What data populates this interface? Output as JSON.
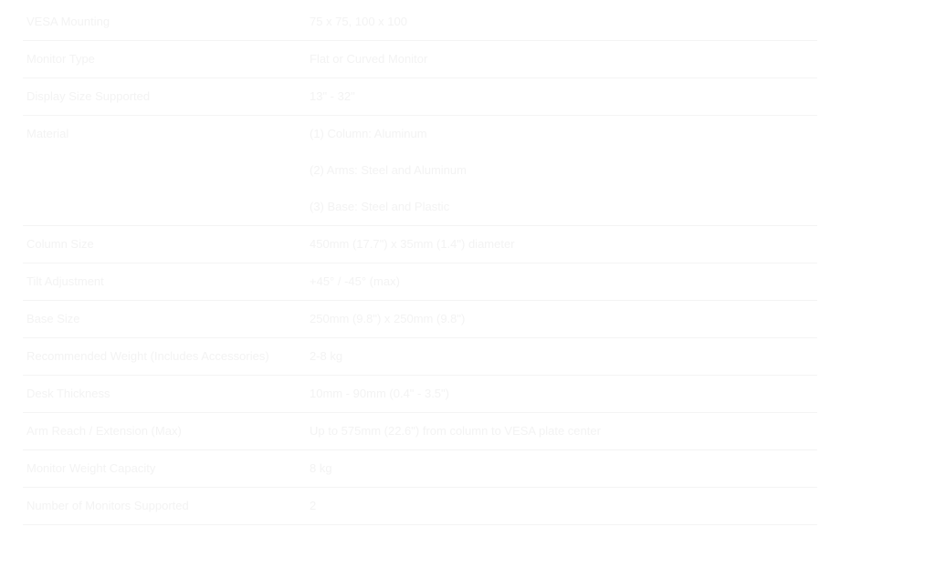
{
  "table": {
    "rows": [
      {
        "label": "VESA Mounting",
        "values": [
          "75 x 75, 100 x 100"
        ]
      },
      {
        "label": "Monitor Type",
        "values": [
          "Flat or Curved Monitor"
        ]
      },
      {
        "label": "Display Size Supported",
        "values": [
          "13\" - 32\""
        ]
      },
      {
        "label": "Material",
        "values": [
          "(1) Column: Aluminum",
          "(2) Arms: Steel and Aluminum",
          "(3) Base: Steel and Plastic"
        ]
      },
      {
        "label": "Column Size",
        "values": [
          "450mm (17.7\") x 35mm (1.4\") diameter"
        ]
      },
      {
        "label": "Tilt Adjustment",
        "values": [
          "+45° / -45° (max)"
        ]
      },
      {
        "label": "Base Size",
        "values": [
          "250mm (9.8\") x 250mm (9.8\")"
        ]
      },
      {
        "label": "Recommended Weight (Includes Accessories)",
        "values": [
          "2-8 kg"
        ]
      },
      {
        "label": "Desk Thickness",
        "values": [
          "10mm - 90mm (0.4\" - 3.5\")"
        ]
      },
      {
        "label": "Arm Reach / Extension (Max)",
        "values": [
          "Up to 575mm (22.6\") from column to VESA plate center"
        ]
      },
      {
        "label": "Monitor Weight Capacity",
        "values": [
          "8 kg"
        ]
      },
      {
        "label": "Number of Monitors Supported",
        "values": [
          "2"
        ]
      }
    ]
  }
}
